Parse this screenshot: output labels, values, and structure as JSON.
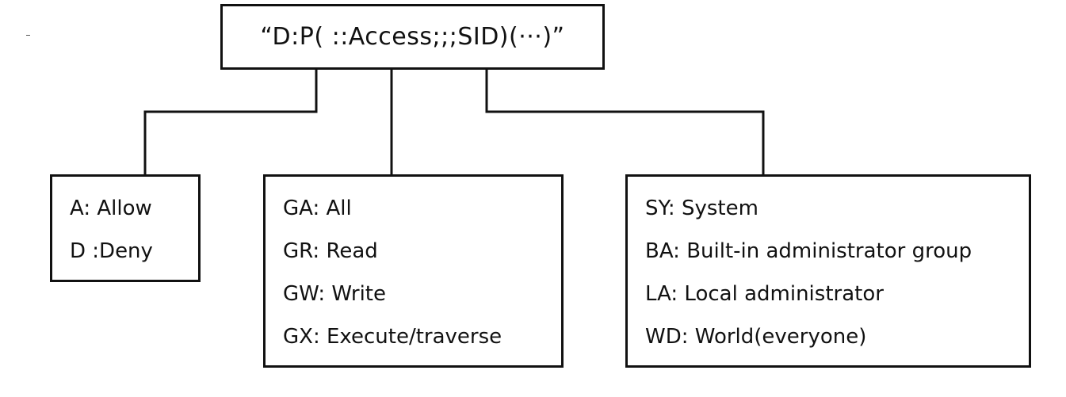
{
  "expression": {
    "text": "“D:P( ::Access;;;SID)(···)”"
  },
  "boxes": {
    "action": {
      "items": [
        "A: Allow",
        "D :Deny"
      ]
    },
    "access": {
      "items": [
        "GA: All",
        "GR: Read",
        "GW: Write",
        "GX: Execute/traverse"
      ]
    },
    "sid": {
      "items": [
        "SY: System",
        "BA: Built-in administrator group",
        "LA: Local administrator",
        "WD: World(everyone)"
      ]
    }
  },
  "colors": {
    "line": "#111111",
    "background": "#ffffff"
  }
}
